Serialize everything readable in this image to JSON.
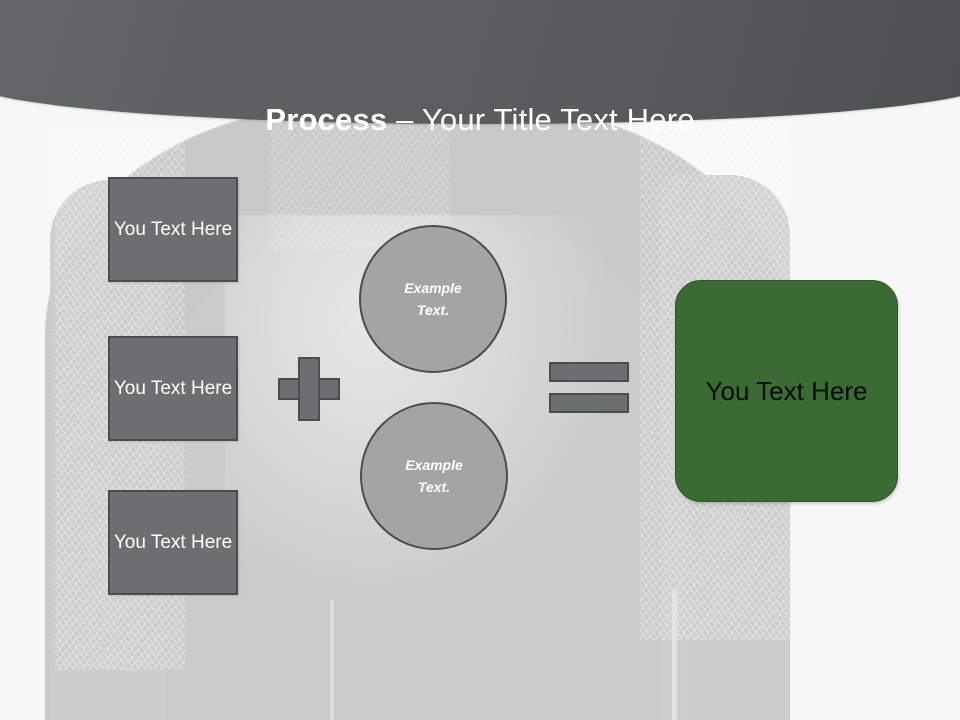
{
  "header": {
    "title_bold": "Process",
    "title_rest": " – Your Title Text Here"
  },
  "colors": {
    "header_dark": "#5a5e5e",
    "box_gray_fill": "#6c6f6f",
    "box_gray_border": "#4a4d4d",
    "circle_fill": "#a4a4a4",
    "result_green": "#3a6b32",
    "background": "#f7f7f7",
    "watermark_gray": "#c9c9c9"
  },
  "diagram": {
    "source_boxes": [
      {
        "label": "You Text Here"
      },
      {
        "label": "You Text Here"
      },
      {
        "label": "You Text Here"
      }
    ],
    "plus_operator": "+",
    "circles": [
      {
        "line1": "Example",
        "line2": "Text."
      },
      {
        "line1": "Example",
        "line2": "Text."
      }
    ],
    "equals_operator": "=",
    "result_box": {
      "label": "You Text Here"
    }
  }
}
